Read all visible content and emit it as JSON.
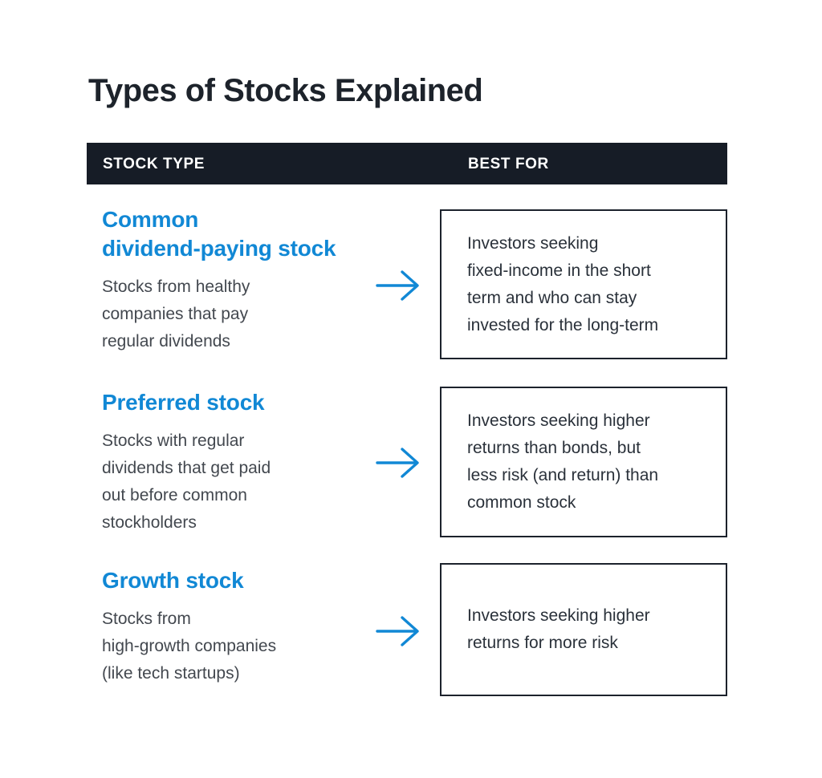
{
  "title": "Types of Stocks Explained",
  "colors": {
    "accent_blue": "#1188d5",
    "header_bg": "#161c26",
    "title_text": "#1d232b",
    "body_text": "#43484f",
    "box_border": "#1c222c",
    "header_text": "#ffffff"
  },
  "table": {
    "columns": [
      {
        "label": "STOCK TYPE"
      },
      {
        "label": "BEST FOR"
      }
    ],
    "rows": [
      {
        "stock_type": "Common\ndividend-paying stock",
        "description": "Stocks from healthy\ncompanies that pay\nregular dividends",
        "arrow_icon": "right-arrow-icon",
        "best_for": "Investors seeking\nfixed-income in the short\nterm and who can stay\ninvested for the long-term"
      },
      {
        "stock_type": "Preferred stock",
        "description": "Stocks with regular\ndividends that get paid\nout before common\nstockholders",
        "arrow_icon": "right-arrow-icon",
        "best_for": "Investors seeking higher\nreturns than bonds, but\nless risk (and return) than\ncommon stock"
      },
      {
        "stock_type": "Growth stock",
        "description": "Stocks from\nhigh-growth companies\n(like tech startups)",
        "arrow_icon": "right-arrow-icon",
        "best_for": "Investors seeking higher\nreturns for more risk"
      }
    ]
  }
}
